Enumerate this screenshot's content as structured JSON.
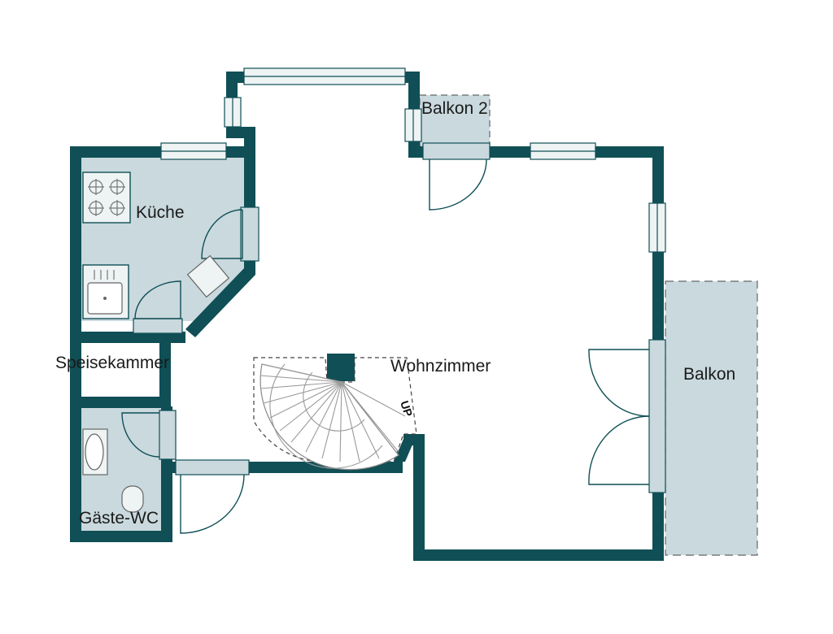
{
  "floor_plan": {
    "rooms": {
      "kitchen": "Küche",
      "pantry": "Speisekammer",
      "living_room": "Wohnzimmer",
      "guest_wc": "Gäste-WC",
      "balcony": "Balkon",
      "balcony_2": "Balkon 2"
    },
    "stair_direction_label": "UP"
  },
  "colors": {
    "wall": "#0f4f55",
    "room_fill": "#c9d9de",
    "balcony_fill": "#c9d9de",
    "window_fill": "#eef3f4",
    "line": "#0f4f55",
    "stair_line": "#9a9a9a",
    "background": "#ffffff"
  }
}
